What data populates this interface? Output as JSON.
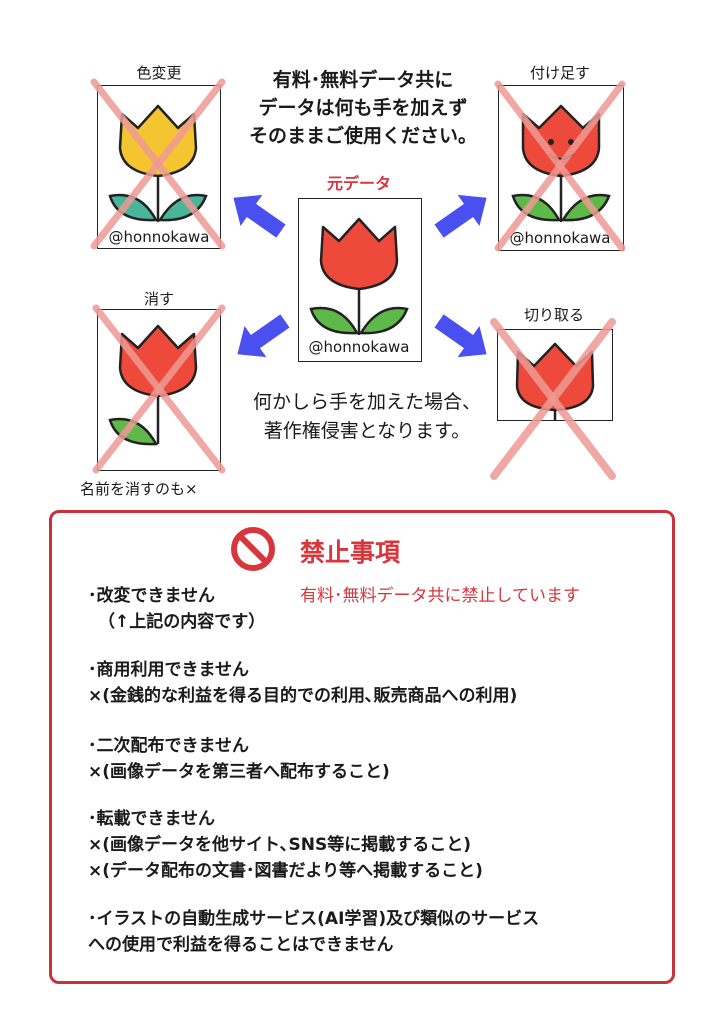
{
  "colors": {
    "accent_red": "#d8363d",
    "box_red": "#c8323a",
    "arrow_blue": "#4a4ff0",
    "cross_pink": "#ee9a95",
    "tulip_red": "#ee4a3c",
    "tulip_yellow": "#f5c431",
    "leaf_green": "#5fb84a",
    "leaf_teal": "#49b59a"
  },
  "intro_lines": [
    "有料･無料データ共に",
    "データは何も手を加えず",
    "そのままご使用ください。"
  ],
  "original": {
    "label": "元データ",
    "handle": "@honnokawa"
  },
  "examples": {
    "recolor": {
      "label": "色変更",
      "handle": "@honnokawa"
    },
    "addition": {
      "label": "付け足す",
      "handle": "@honnokawa"
    },
    "erase": {
      "label": "消す",
      "note": "名前を消すのも×"
    },
    "crop": {
      "label": "切り取る"
    }
  },
  "warning_lines": [
    "何かしら手を加えた場合、",
    "著作権侵害となります。"
  ],
  "prohibited": {
    "icon": "prohibited-icon",
    "title": "禁止事項",
    "subtitle": "有料･無料データ共に禁止しています",
    "rules": [
      {
        "title": "･改変できません",
        "details": [
          "（↑上記の内容です）"
        ]
      },
      {
        "title": "･商用利用できません",
        "details": [
          "×(金銭的な利益を得る目的での利用､販売商品への利用)"
        ]
      },
      {
        "title": "･二次配布できません",
        "details": [
          "×(画像データを第三者へ配布すること)"
        ]
      },
      {
        "title": "･転載できません",
        "details": [
          "×(画像データを他サイト､SNS等に掲載すること)",
          "×(データ配布の文書･図書だより等へ掲載すること)"
        ]
      },
      {
        "title": "･イラストの自動生成サービス(AI学習)及び類似のサービス",
        "details": [
          "への使用で利益を得ることはできません"
        ]
      }
    ]
  }
}
